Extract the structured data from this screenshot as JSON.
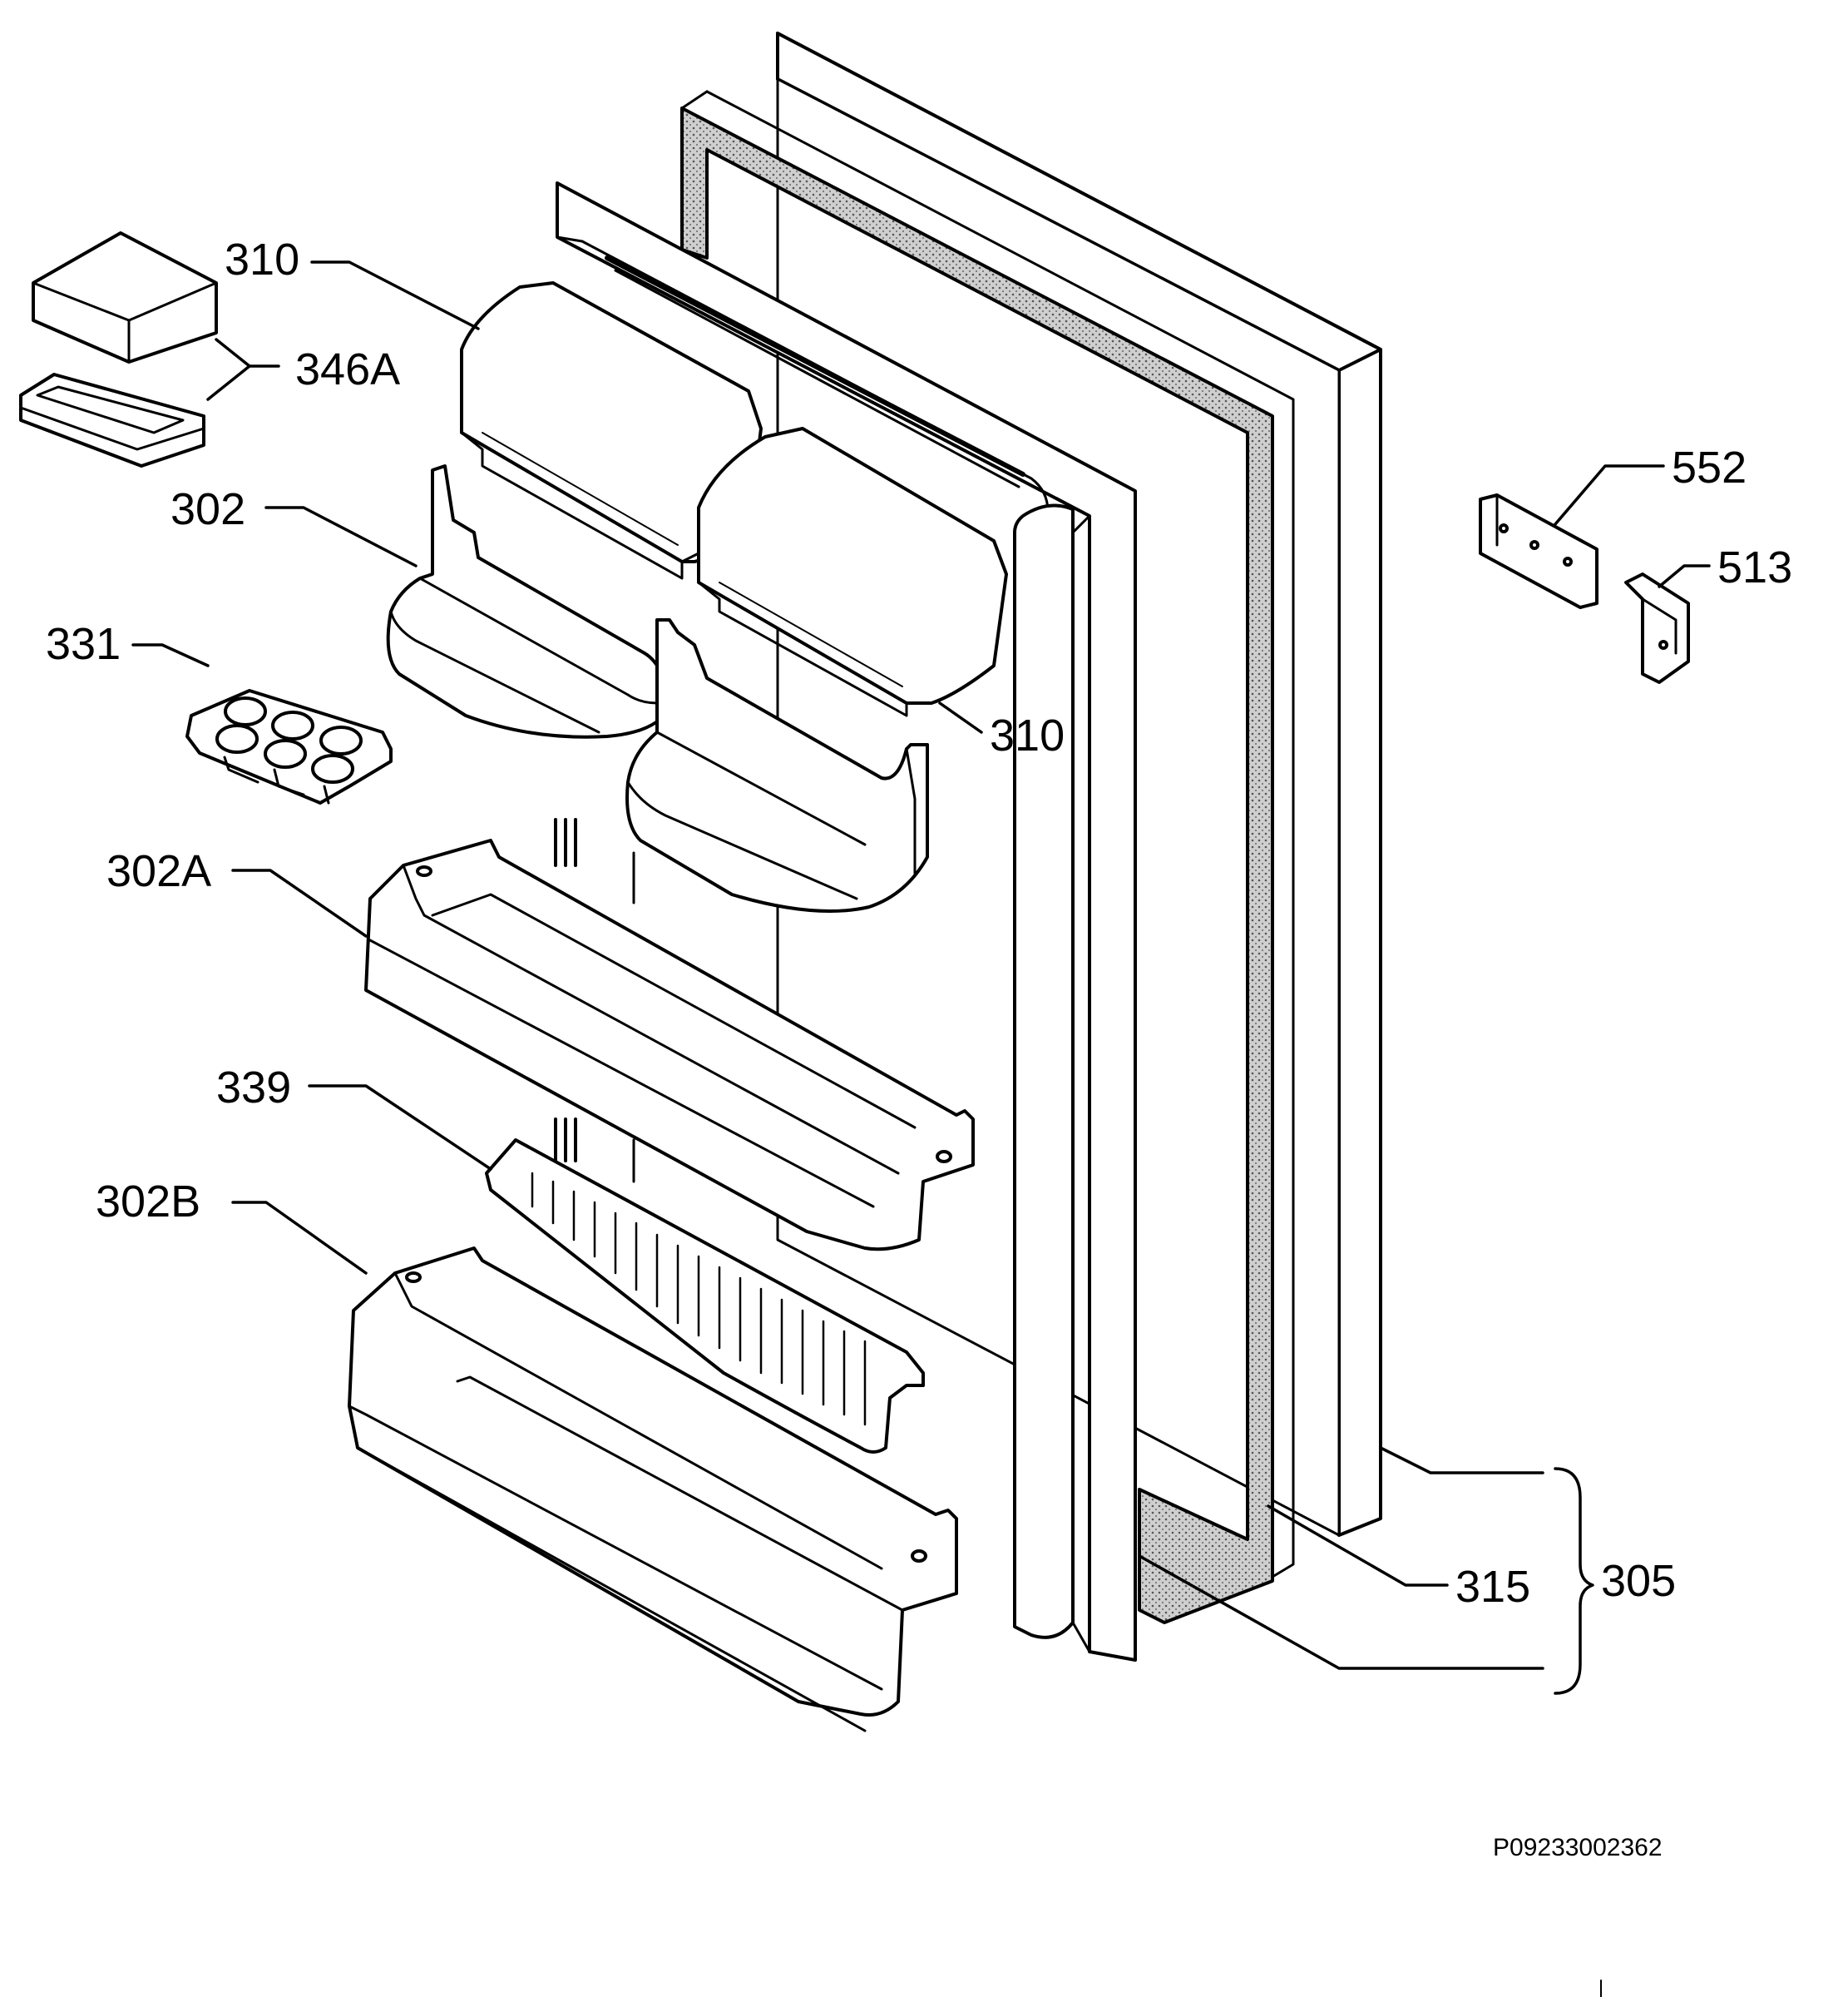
{
  "diagram": {
    "callouts": {
      "c310_top": "310",
      "c346A": "346A",
      "c302": "302",
      "c331": "331",
      "c310_mid": "310",
      "c302A": "302A",
      "c339": "339",
      "c302B": "302B",
      "c552": "552",
      "c513": "513",
      "c315": "315",
      "c305": "305"
    },
    "drawing_code": "P09233002362"
  }
}
